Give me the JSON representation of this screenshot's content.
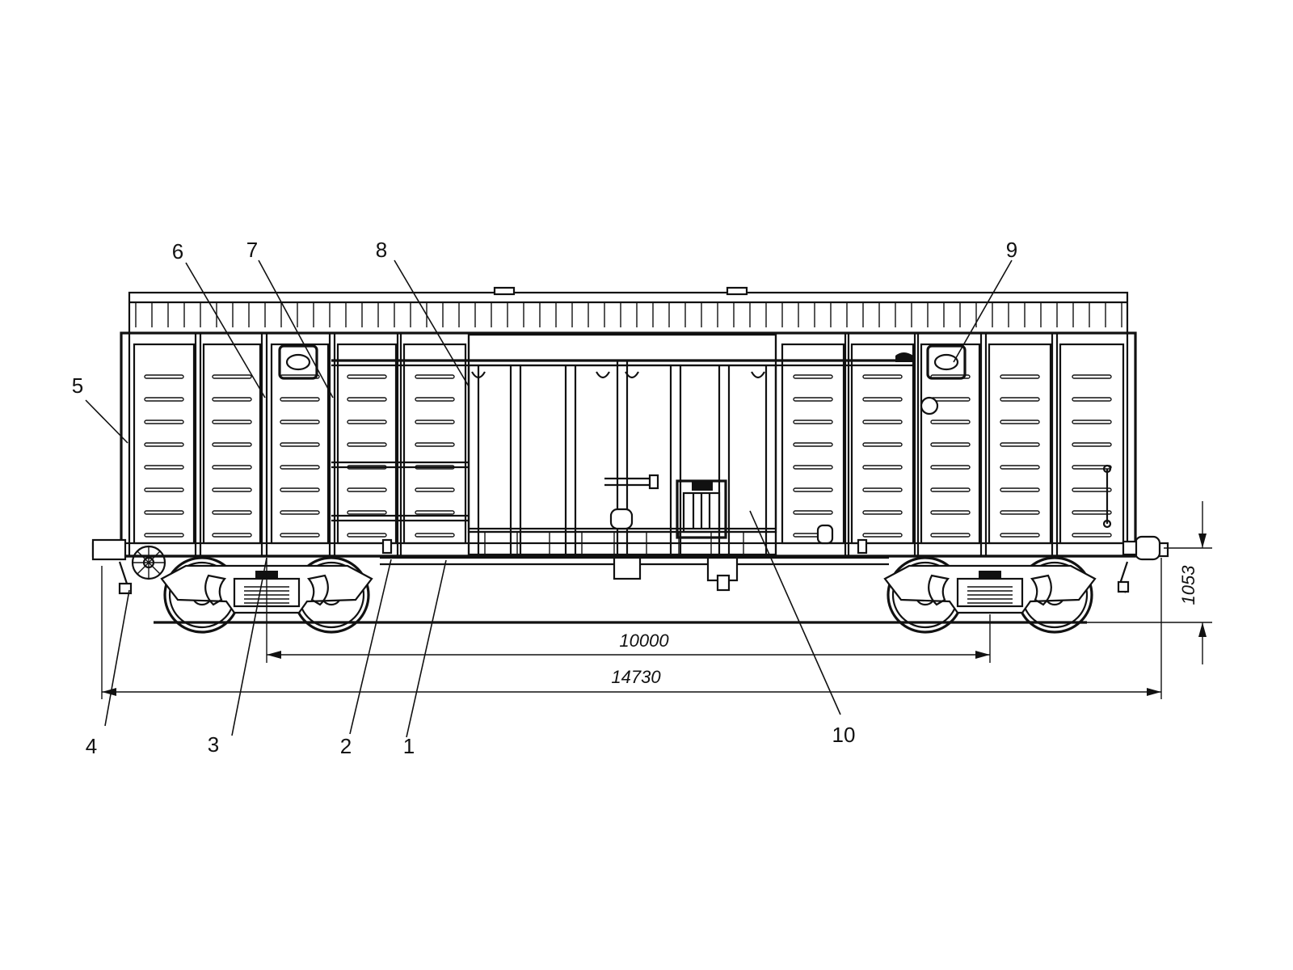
{
  "labels": {
    "l1": "1",
    "l2": "2",
    "l3": "3",
    "l4": "4",
    "l5": "5",
    "l6": "6",
    "l7": "7",
    "l8": "8",
    "l9": "9",
    "l10": "10"
  },
  "dimensions": {
    "bogie_centers": "10000",
    "overall_length": "14730",
    "coupler_height": "1053"
  },
  "colors": {
    "ink": "#111111",
    "paper": "#ffffff"
  }
}
